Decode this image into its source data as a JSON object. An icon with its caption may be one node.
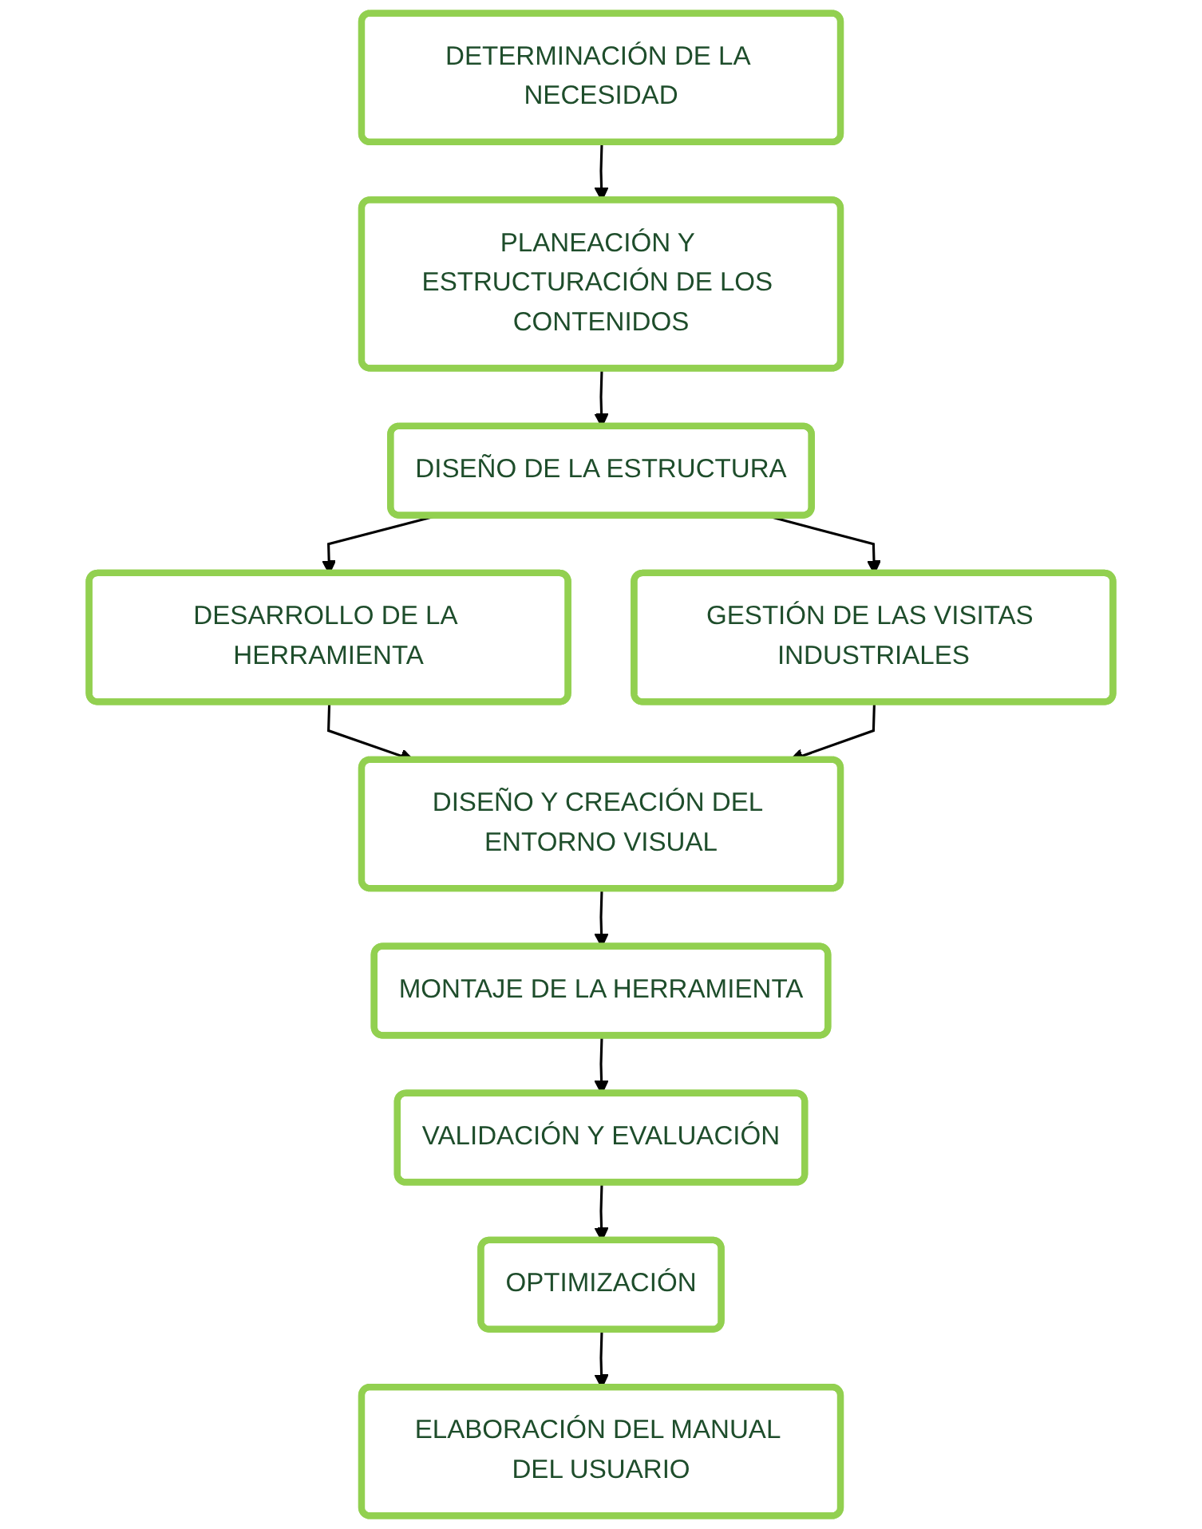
{
  "diagram": {
    "nodes": [
      {
        "text": [
          "DETERMINACIÓN DE LA NECESIDAD"
        ]
      },
      {
        "text": [
          "PLANEACIÓN Y ESTRUCTURACIÓN DE LOS CONTENIDOS"
        ]
      },
      {
        "text": [
          "DISEÑO DE LA ESTRUCTURA"
        ]
      },
      {
        "text": [
          "DESARROLLO DE LA HERRAMIENTA"
        ]
      },
      {
        "text": [
          "GESTIÓN DE LAS VISITAS INDUSTRIALES"
        ]
      },
      {
        "text": [
          "DISEÑO Y CREACIÓN DEL ENTORNO VISUAL"
        ]
      },
      {
        "text": [
          "MONTAJE DE LA HERRAMIENTA"
        ]
      },
      {
        "text": [
          "VALIDACIÓN Y EVALUACIÓN"
        ]
      },
      {
        "text": [
          "OPTIMIZACIÓN"
        ]
      },
      {
        "text": [
          "ELABORACIÓN DEL MANUAL DEL USUARIO"
        ]
      }
    ],
    "edges": [
      {
        "from": 0,
        "to": 1,
        "arrow": "to"
      },
      {
        "from": 1,
        "to": 2,
        "arrow": "to"
      },
      {
        "from": 2,
        "to": 3,
        "arrow": "to"
      },
      {
        "from": 2,
        "to": 4,
        "arrow": "to"
      },
      {
        "from": 3,
        "to": 5,
        "arrow": "to"
      },
      {
        "from": 4,
        "to": 5,
        "arrow": "to"
      },
      {
        "from": 5,
        "to": 6,
        "arrow": "to"
      },
      {
        "from": 6,
        "to": 7,
        "arrow": "to"
      },
      {
        "from": 7,
        "to": 8,
        "arrow": "to"
      },
      {
        "from": 8,
        "to": 9,
        "arrow": "to"
      }
    ]
  }
}
